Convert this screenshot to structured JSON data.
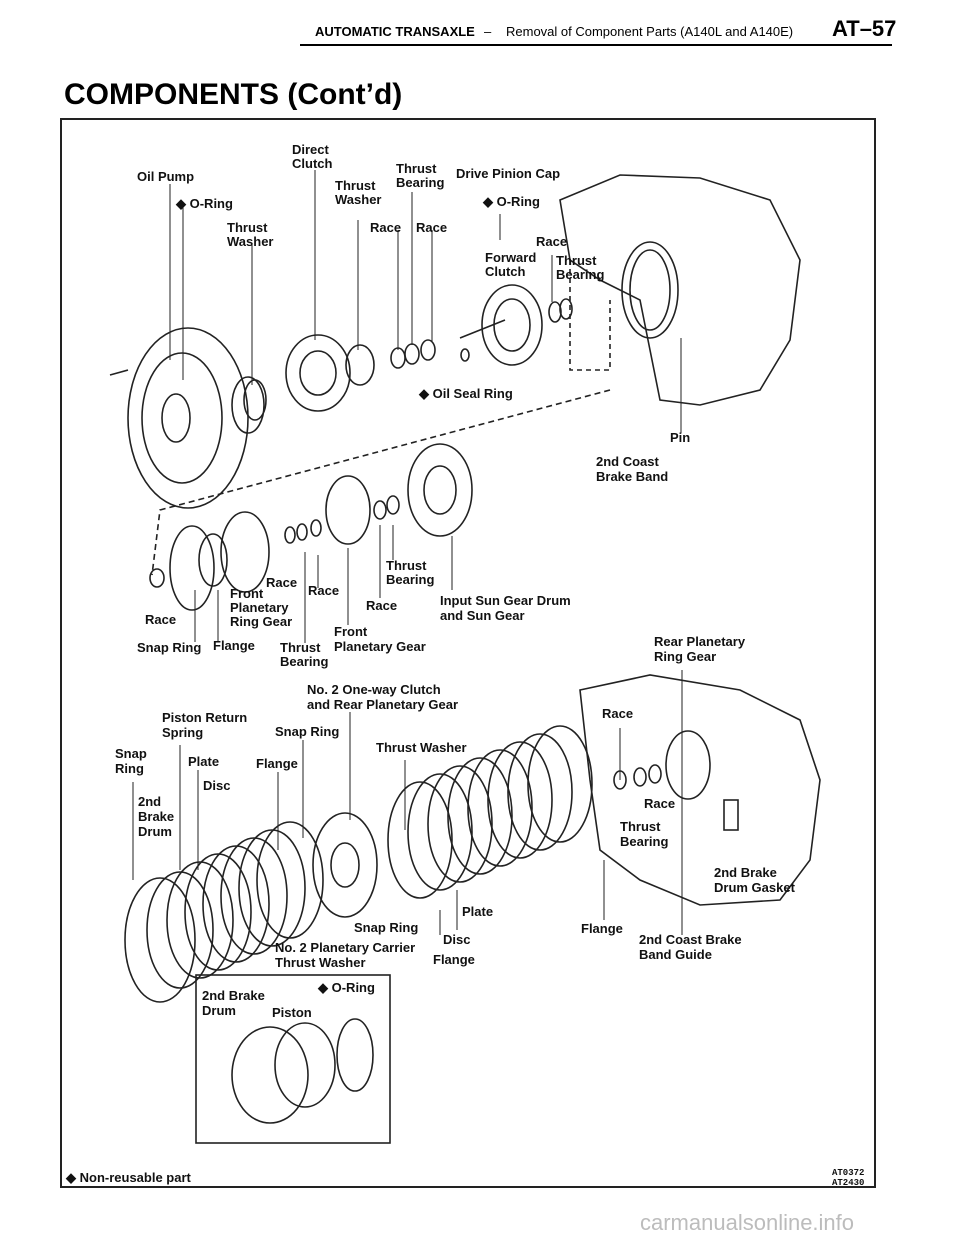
{
  "header": {
    "section": "AUTOMATIC TRANSAXLE",
    "separator": "–",
    "subtitle": "Removal of Component Parts (A140L and A140E)",
    "page": "AT–57"
  },
  "title": "COMPONENTS (Cont’d)",
  "labels": {
    "oil_pump": "Oil Pump",
    "o_ring_1": "◆ O-Ring",
    "thrust_washer_1": [
      "Thrust",
      "Washer"
    ],
    "direct_clutch": [
      "Direct",
      "Clutch"
    ],
    "thrust_washer_2": [
      "Thrust",
      "Washer"
    ],
    "thrust_bearing_1": [
      "Thrust",
      "Bearing"
    ],
    "drive_pinion_cap": "Drive Pinion Cap",
    "o_ring_2": "◆ O-Ring",
    "race_1": "Race",
    "race_2": "Race",
    "race_3": "Race",
    "forward_clutch": [
      "Forward",
      "Clutch"
    ],
    "thrust_bearing_2": [
      "Thrust",
      "Bearing"
    ],
    "oil_seal_ring": "◆ Oil Seal Ring",
    "pin": "Pin",
    "coast_brake_band": [
      "2nd Coast",
      "Brake Band"
    ],
    "race_4": "Race",
    "snap_ring_1": "Snap Ring",
    "flange_1": "Flange",
    "front_planetary_ring_gear": [
      "Front",
      "Planetary",
      "Ring Gear"
    ],
    "race_5": "Race",
    "race_6": "Race",
    "thrust_bearing_3": [
      "Thrust",
      "Bearing"
    ],
    "front_planetary_gear": [
      "Front",
      "Planetary Gear"
    ],
    "race_7": "Race",
    "thrust_bearing_4": [
      "Thrust",
      "Bearing"
    ],
    "input_sun_gear_drum": [
      "Input Sun Gear Drum",
      "and Sun Gear"
    ],
    "rear_planetary_ring_gear": [
      "Rear Planetary",
      "Ring Gear"
    ],
    "one_way_clutch": [
      "No. 2 One-way Clutch",
      "and Rear Planetary Gear"
    ],
    "piston_return_spring": [
      "Piston Return",
      "Spring"
    ],
    "snap_ring_2": "Snap Ring",
    "thrust_washer_3": "Thrust Washer",
    "snap_ring_3": [
      "Snap",
      "Ring"
    ],
    "plate_1": "Plate",
    "disc_1": "Disc",
    "flange_2": "Flange",
    "brake_drum_1": [
      "2nd",
      "Brake",
      "Drum"
    ],
    "race_8": "Race",
    "race_9": "Race",
    "thrust_bearing_5": [
      "Thrust",
      "Bearing"
    ],
    "brake_drum_gasket": [
      "2nd Brake",
      "Drum Gasket"
    ],
    "snap_ring_4": "Snap Ring",
    "plate_2": "Plate",
    "disc_2": "Disc",
    "flange_3": "Flange",
    "carrier_thrust_washer": [
      "No. 2 Planetary Carrier",
      "Thrust Washer"
    ],
    "flange_4": "Flange",
    "coast_brake_band_guide": [
      "2nd Coast Brake",
      "Band Guide"
    ],
    "inset_brake_drum": [
      "2nd Brake",
      "Drum"
    ],
    "inset_o_ring": "◆ O-Ring",
    "inset_piston": "Piston"
  },
  "legend": "◆ Non-reusable part",
  "figure_codes": [
    "AT0372",
    "AT2430"
  ],
  "watermark": "carmanualsonline.info"
}
